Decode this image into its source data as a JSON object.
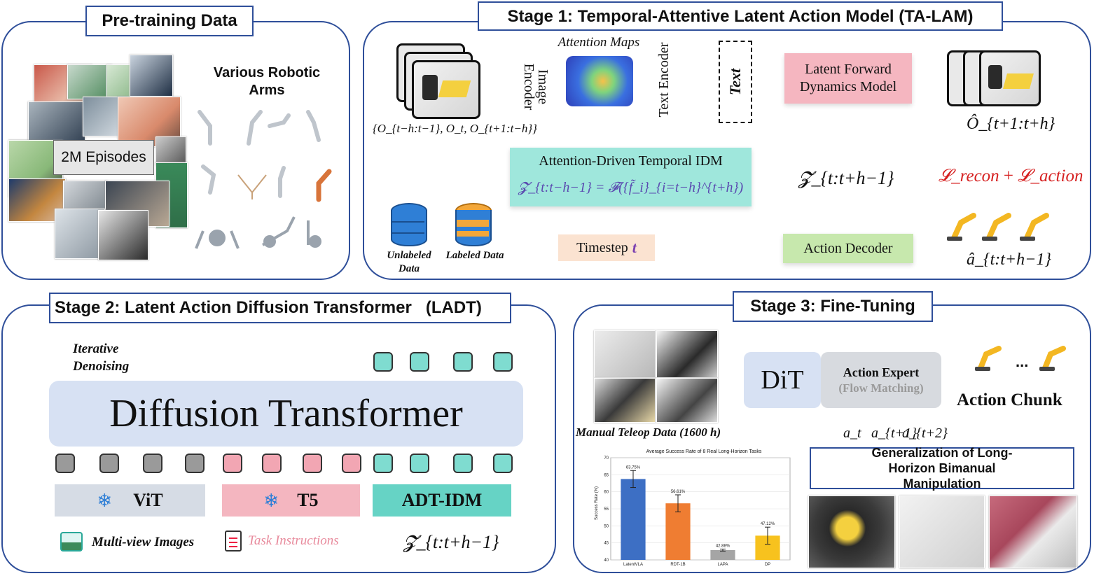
{
  "pretraining": {
    "title": "Pre-training Data",
    "episodes": "2M Episodes",
    "arms_title": "Various Robotic Arms"
  },
  "stage1": {
    "title": "Stage 1: Temporal-Attentive Latent Action Model (TA-LAM)",
    "attention_maps": "Attention Maps",
    "image_encoder": "Image Encoder",
    "text_encoder": "Text Encoder",
    "text_input": "Text",
    "obs_set": "{O_{t−h:t−1}, O_t, O_{t+1:t−h}}",
    "idm_title": "Attention-Driven Temporal IDM",
    "idm_formula": "𝓩_{t:t−h−1} = 𝓕({f̃_i}_{i=t−h}^{t+h})",
    "timestep": "Timestep",
    "timestep_var": "t",
    "unlabeled": "Unlabeled Data",
    "labeled": "Labeled Data",
    "latent_z": "𝓩_{t:t+h−1}",
    "forward_model": "Latent Forward Dynamics Model",
    "action_decoder": "Action Decoder",
    "o_hat": "Ô_{t+1:t+h}",
    "a_hat": "â_{t:t+h−1}",
    "loss_recon": "𝓛_recon",
    "loss_plus": "+",
    "loss_action": "𝓛_action"
  },
  "stage2": {
    "title": "Stage 2: Latent Action Diffusion Transformer   (LADT)",
    "iterative": "Iterative Denoising",
    "dit": "Diffusion Transformer",
    "vit": "ViT",
    "t5": "T5",
    "adt_idm": "ADT-IDM",
    "multi_view": "Multi-view Images",
    "task_instr": "Task Instructions",
    "latent_z": "𝓩_{t:t+h−1}"
  },
  "stage3": {
    "title": "Stage 3: Fine-Tuning",
    "teleop": "Manual Teleop Data (1600 h)",
    "dit": "DiT",
    "action_expert": "Action Expert",
    "flow_matching": "(Flow Matching)",
    "a_t": "a_t",
    "a_t1": "a_{t+1}",
    "a_t2": "a_{t+2}",
    "action_chunk": "Action Chunk",
    "dots": "...",
    "generalization": "Generalization of Long-Horizon Bimanual  Manipulation"
  },
  "chart_data": {
    "type": "bar",
    "title": "Average Success Rate of 8 Real Long-Horizon Tasks",
    "ylabel": "Success Rate (%)",
    "xlabel": "",
    "categories": [
      "LatentVLA",
      "RDT-1B",
      "LAPA",
      "DP"
    ],
    "values": [
      63.75,
      56.61,
      42.88,
      47.12
    ],
    "value_labels": [
      "63.75%",
      "56.61%",
      "42.88%",
      "47.12%"
    ],
    "errors": [
      2.5,
      2.5,
      0.3,
      2.5
    ],
    "colors": [
      "#3d6fc4",
      "#ef7d32",
      "#a5a5a5",
      "#f7c21e"
    ],
    "ylim": [
      40,
      70
    ],
    "yticks": [
      "40",
      "45",
      "50",
      "55",
      "60",
      "65",
      "70"
    ],
    "grid": true
  }
}
